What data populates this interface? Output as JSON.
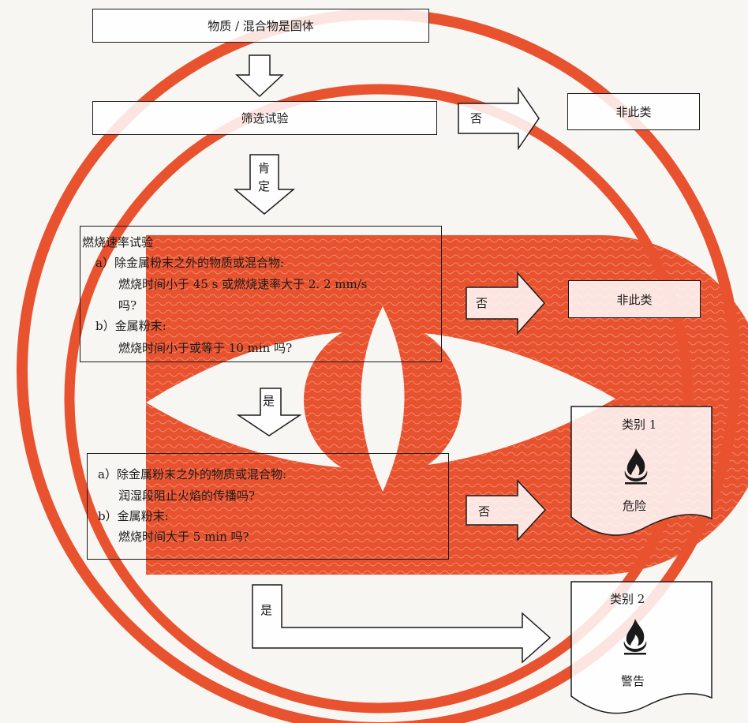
{
  "watermark": {
    "color": "#e8522f"
  },
  "top_box": "物质 / 混合物是固体",
  "screen_box": "筛选试验",
  "no_1": "否",
  "not_class_1": "非此类",
  "pos_1": "肯",
  "pos_2": "定",
  "rate_box": {
    "title": "燃烧速率试验",
    "a_line1": "a）除金属粉末之外的物质或混合物:",
    "a_line2": "燃烧时间小于 45 s 或燃烧速率大于 2. 2 mm/s",
    "a_line3": "吗?",
    "b_line1": "b）金属粉末:",
    "b_line2": "燃烧时间小于或等于 10 min 吗?"
  },
  "no_2": "否",
  "not_class_2": "非此类",
  "yes_1": "是",
  "cat1": {
    "title": "类别 1",
    "icon": "flame-icon",
    "word": "危险"
  },
  "wet_box": {
    "a_line1": "a）除金属粉末之外的物质或混合物:",
    "a_line2": "润湿段阻止火焰的传播吗?",
    "b_line1": "b）金属粉末:",
    "b_line2": "燃烧时间大于 5 min 吗?"
  },
  "no_3": "否",
  "yes_2": "是",
  "cat2": {
    "title": "类别 2",
    "icon": "flame-icon",
    "word": "警告"
  }
}
